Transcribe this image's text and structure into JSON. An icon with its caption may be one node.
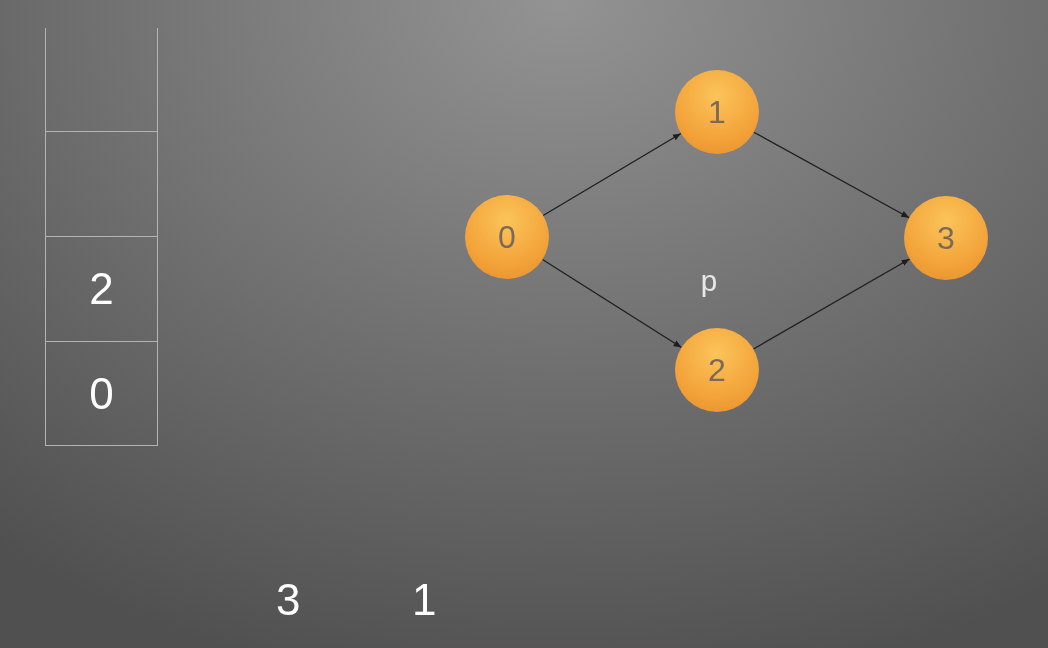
{
  "diagram": {
    "nodes": [
      {
        "text": [],
        "shape": "box"
      },
      {
        "text": [],
        "shape": "box"
      },
      {
        "text": [
          "2"
        ]
      },
      {
        "text": [
          "0"
        ]
      },
      {
        "text": [
          "0"
        ]
      },
      {
        "text": [
          "1"
        ]
      },
      {
        "text": [
          "2"
        ]
      },
      {
        "text": [
          "3"
        ]
      }
    ],
    "edges": [
      {
        "from": 4,
        "to": 5,
        "arrow": "to"
      },
      {
        "from": 4,
        "to": 6,
        "arrow": "to"
      },
      {
        "from": 5,
        "to": 7,
        "arrow": "to"
      },
      {
        "from": 6,
        "to": 7,
        "arrow": "to"
      }
    ],
    "labels": [
      "p",
      "3",
      "1"
    ]
  }
}
